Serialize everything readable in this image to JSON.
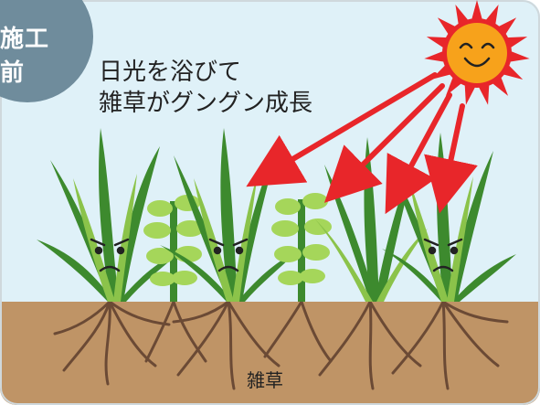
{
  "badge": {
    "text": "施工前",
    "color": "#6f8c9c"
  },
  "caption": {
    "line1": "日光を浴びて",
    "line2": "雑草がグングン成長"
  },
  "ground_label": "雑草",
  "colors": {
    "sky": "#dff1f8",
    "soil": "#bf9466",
    "grass_dark": "#3d8a2e",
    "grass_light": "#8bc34a",
    "leaf_light": "#a5d65a",
    "root": "#6b4a35",
    "sun_outer": "#e8262a",
    "sun_inner": "#f7a21b",
    "arrow": "#e8262a"
  },
  "icons": [
    "sun-icon",
    "sad-face-icon"
  ]
}
